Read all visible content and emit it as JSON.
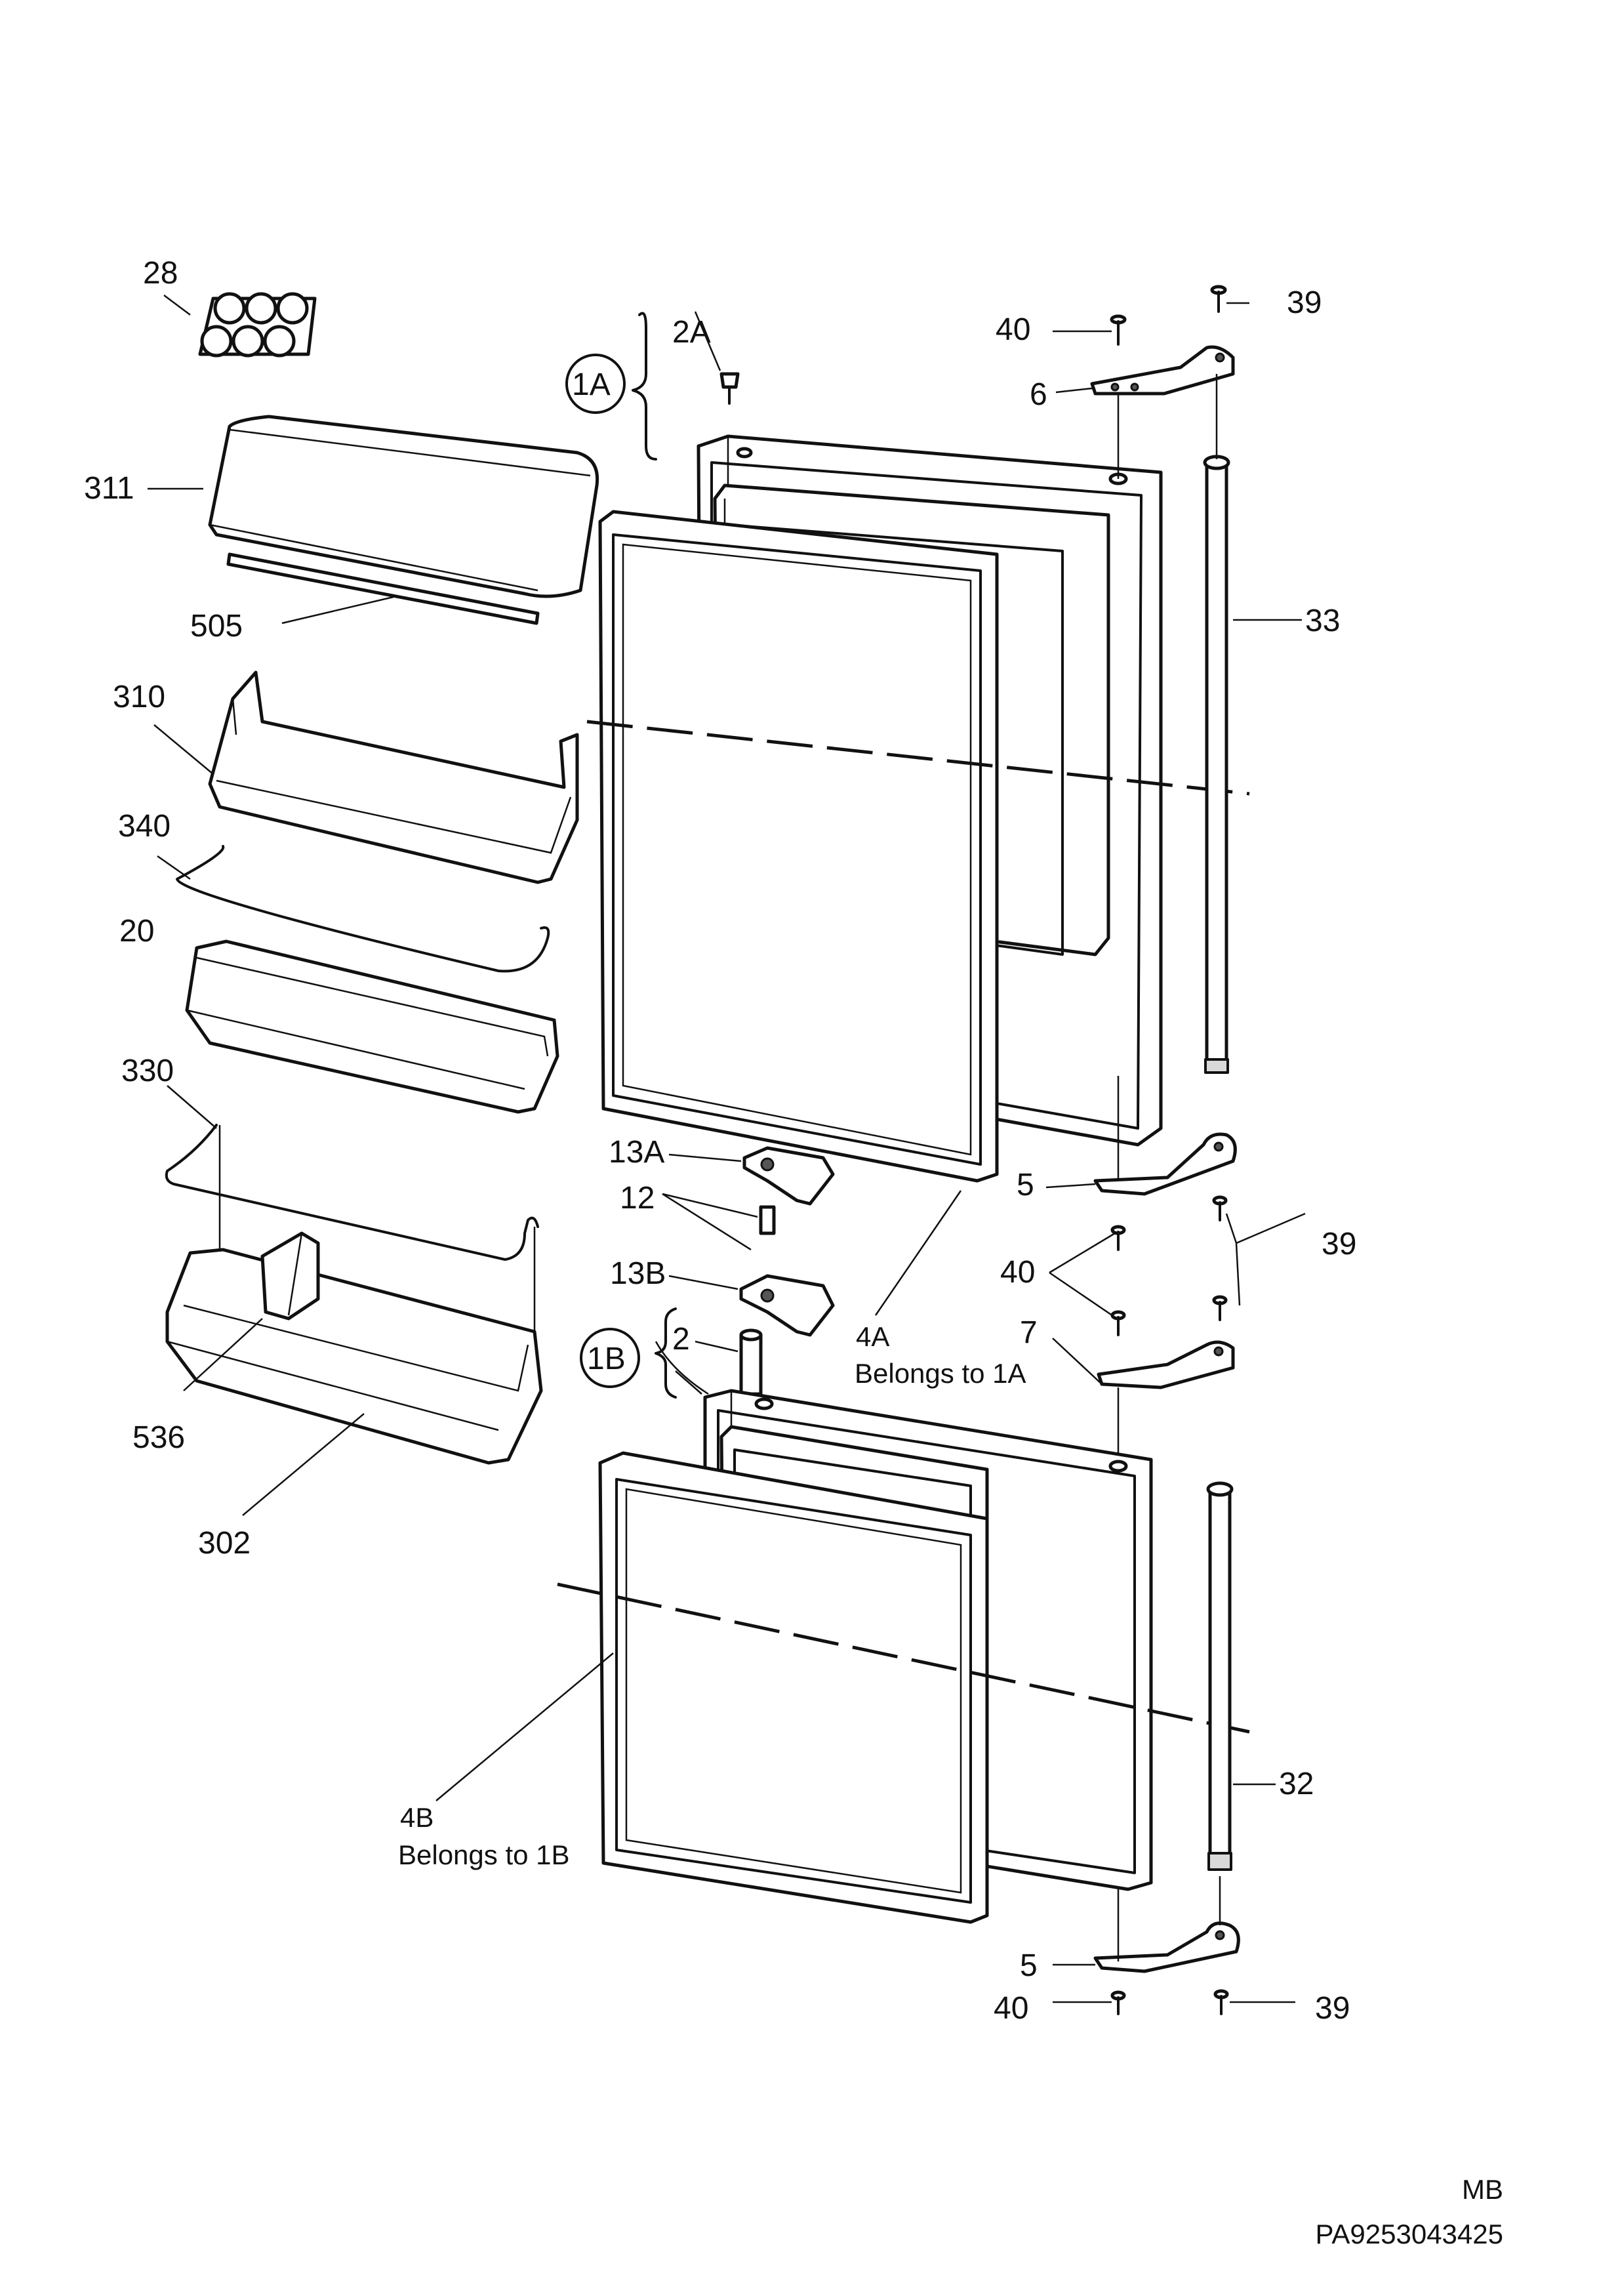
{
  "labels": {
    "l28": "28",
    "l2A": "2A",
    "l1A": "1A",
    "l40a": "40",
    "l39a": "39",
    "l6": "6",
    "l311": "311",
    "l505": "505",
    "l33": "33",
    "l310": "310",
    "l340": "340",
    "l20": "20",
    "l330": "330",
    "l13A": "13A",
    "l12": "12",
    "l13B": "13B",
    "l5a": "5",
    "l39b": "39",
    "l40b": "40",
    "l7": "7",
    "l2": "2",
    "l1B": "1B",
    "l4A": "4A",
    "l4A_note": "Belongs to 1A",
    "l536": "536",
    "l302": "302",
    "l4B": "4B",
    "l4B_note": "Belongs to 1B",
    "l32": "32",
    "l5b": "5",
    "l40c": "40",
    "l39c": "39"
  },
  "footer": {
    "code1": "MB",
    "code2": "PA9253043425"
  }
}
